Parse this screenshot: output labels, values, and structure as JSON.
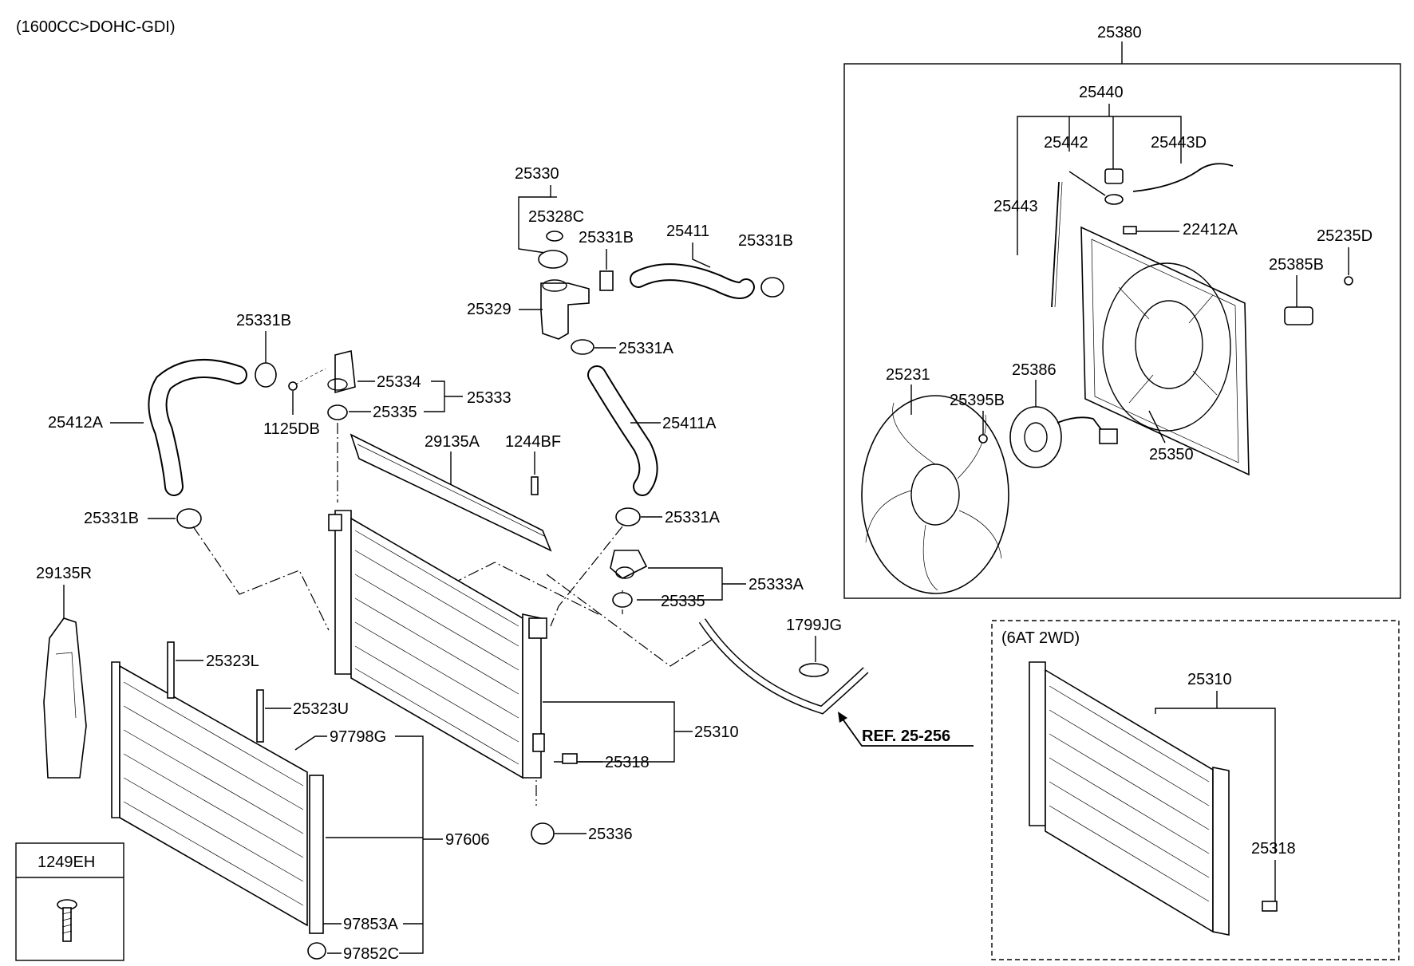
{
  "header": {
    "engine_spec": "(1600CC>DOHC-GDI)"
  },
  "fan_box": {
    "title": "25380"
  },
  "variant_box": {
    "title": "(6AT 2WD)"
  },
  "bolt_box": {
    "title": "1249EH"
  },
  "reference": {
    "text": "REF. 25-256"
  },
  "labels": {
    "p25440": "25440",
    "p25442": "25442",
    "p25443D": "25443D",
    "p25443": "25443",
    "p22412A": "22412A",
    "p25235D": "25235D",
    "p25385B": "25385B",
    "p25231": "25231",
    "p25386": "25386",
    "p25395B": "25395B",
    "p25350": "25350",
    "p25330": "25330",
    "p25328C": "25328C",
    "p25331B_cap": "25331B",
    "p25411": "25411",
    "p25331B_right": "25331B",
    "p25329": "25329",
    "p25331A_upper": "25331A",
    "p25331B_left": "25331B",
    "p25334": "25334",
    "p25333": "25333",
    "p25335_upper": "25335",
    "p1125DB": "1125DB",
    "p25412A": "25412A",
    "p25411A": "25411A",
    "p29135A": "29135A",
    "p1244BF": "1244BF",
    "p25331B_lower": "25331B",
    "p25331A_lower": "25331A",
    "p29135R": "29135R",
    "p25333A": "25333A",
    "p25335_lower": "25335",
    "p1799JG": "1799JG",
    "p25323L": "25323L",
    "p25323U": "25323U",
    "p97798G": "97798G",
    "p25310": "25310",
    "p25318": "25318",
    "p25336": "25336",
    "p97606": "97606",
    "p97853A": "97853A",
    "p97852C": "97852C",
    "p25310_variant": "25310",
    "p25318_variant": "25318"
  }
}
